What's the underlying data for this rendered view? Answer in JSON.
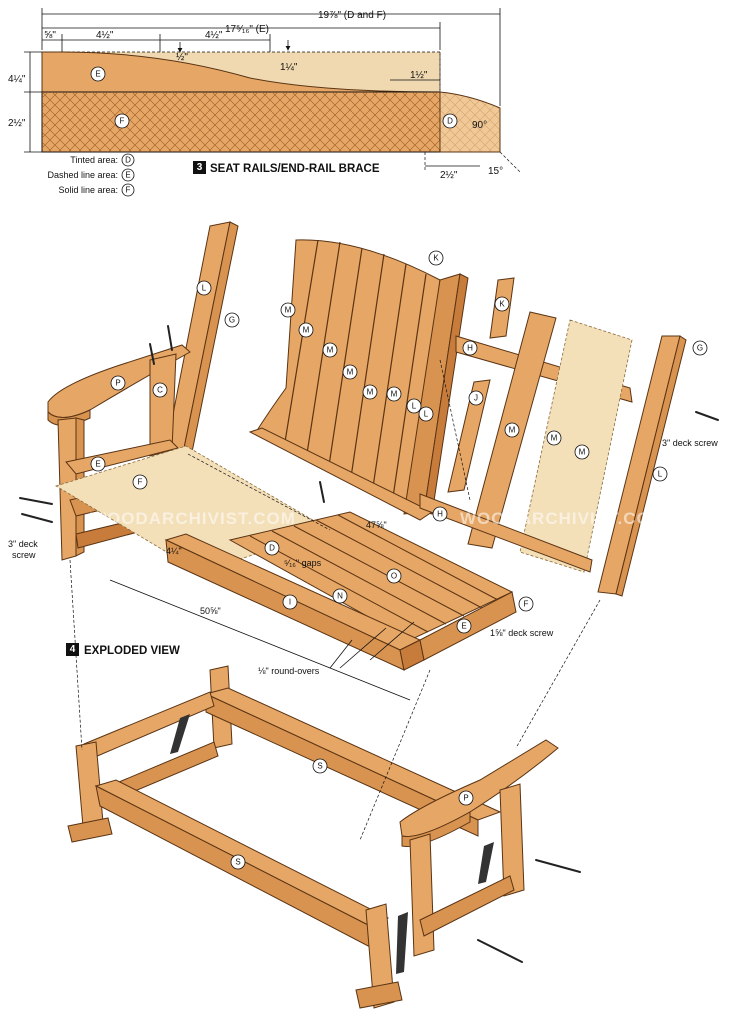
{
  "section3": {
    "number": "3",
    "title": "SEAT RAILS/END-RAIL BRACE",
    "dims": {
      "overall": "19⅞\" (D and F)",
      "e_length": "17⁵⁄₁₆\" (E)",
      "five_eighths": "⅝\"",
      "four_half_a": "4½\"",
      "four_half_b": "4½\"",
      "half": "½\"",
      "one_quarter": "1¼\"",
      "one_half": "1½\"",
      "height_total": "4¼\"",
      "height_f": "2½\"",
      "angle": "90°",
      "bottom_two_half": "2½\"",
      "bottom_angle": "15°"
    },
    "callouts": {
      "e": "E",
      "f": "F",
      "d": "D"
    },
    "legend": {
      "tinted": "Tinted area:",
      "dashed": "Dashed line area:",
      "solid": "Solid line area:",
      "tinted_key": "D",
      "dashed_key": "E",
      "solid_key": "F"
    }
  },
  "section4": {
    "number": "4",
    "title": "EXPLODED VIEW",
    "notes": {
      "deck_screw_right": "3\" deck screw",
      "deck_screw_left_1": "3\" deck",
      "deck_screw_left_2": "screw",
      "gaps": "⁵⁄₁₆\" gaps",
      "width_47": "47⅝\"",
      "height_41": "4¼\"",
      "length_50": "50⅝\"",
      "deck_screw_small": "1⅝\" deck screw",
      "roundovers": "⅛\" round-overs"
    },
    "callouts": {
      "l_left": "L",
      "g_left": "G",
      "p_left": "P",
      "c_left": "C",
      "e_left": "E",
      "f_left": "F",
      "d": "D",
      "i": "I",
      "n": "N",
      "o": "O",
      "e_right": "E",
      "f_right": "F",
      "m1": "M",
      "m2": "M",
      "m3": "M",
      "m4": "M",
      "m5": "M",
      "m6": "M",
      "l_mid1": "L",
      "l_mid2": "L",
      "k_top": "K",
      "k_piece": "K",
      "h_top": "H",
      "j": "J",
      "h_bottom": "H",
      "m_back": "M",
      "m_ghost1": "M",
      "m_ghost2": "M",
      "g_right": "G",
      "l_right": "L",
      "s_back": "S",
      "s_front": "S",
      "p_base": "P"
    },
    "watermark": {
      "left": "WOODARCHIVIST.COM",
      "right": "WOODARCHIVIST.COM"
    }
  },
  "colors": {
    "wood_light": "#e6a665",
    "wood_mid": "#d89350",
    "wood_dark": "#c87c3b",
    "outline": "#5a3414",
    "ghost": "#f3dfb8"
  }
}
